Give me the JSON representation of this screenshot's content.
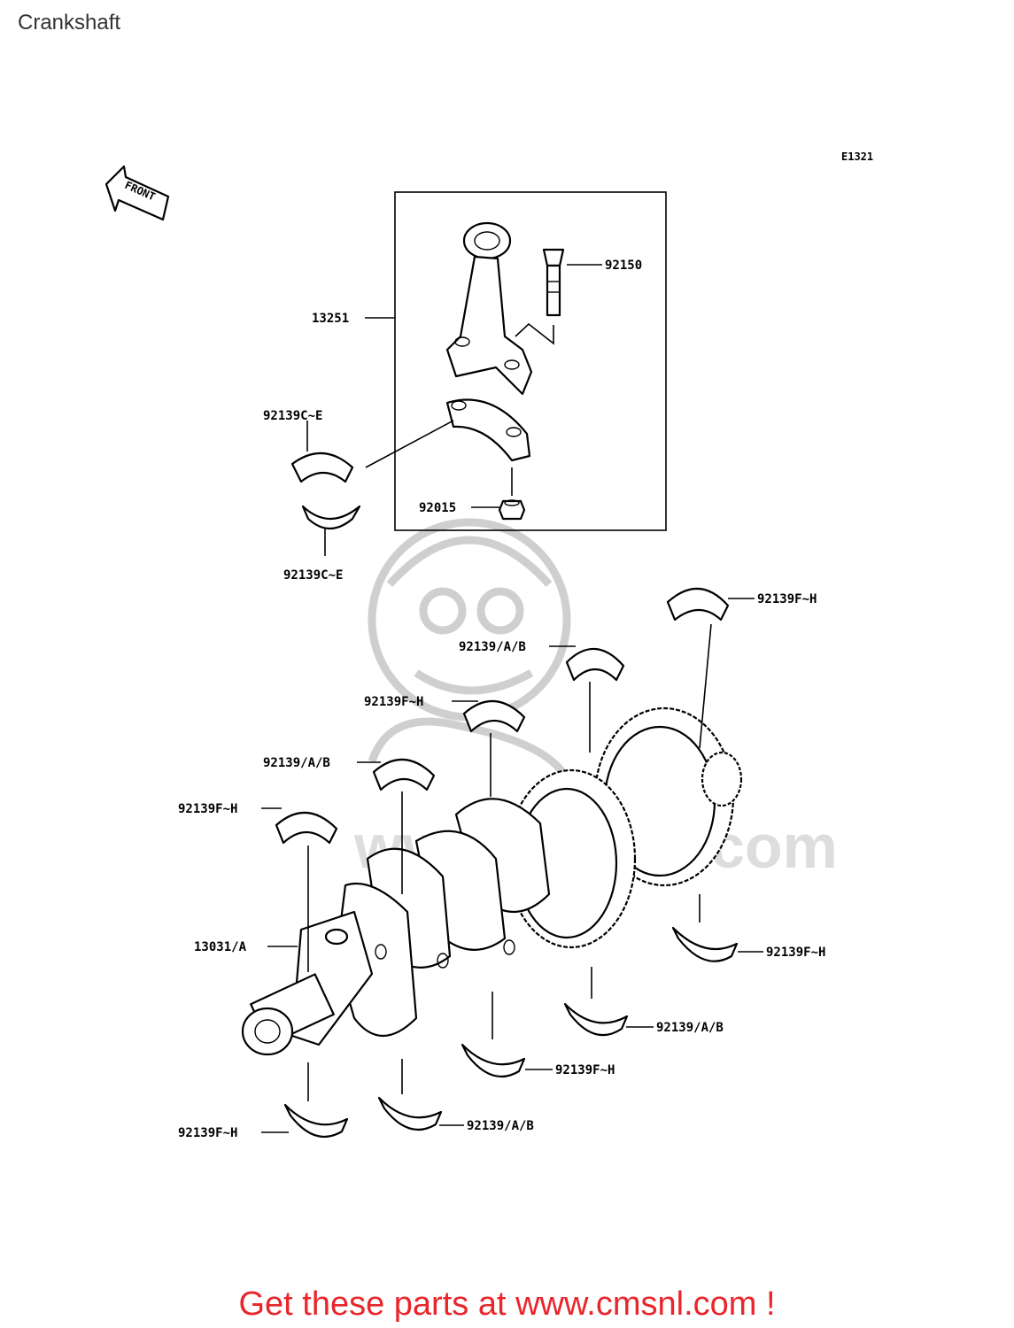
{
  "page": {
    "title": "Crankshaft"
  },
  "diagram": {
    "code": "E1321",
    "front_label": "FRONT",
    "parts": [
      "92150",
      "13251",
      "92139C~E",
      "92015",
      "92139C~E",
      "92139F~H",
      "92139/A/B",
      "92139F~H",
      "92139/A/B",
      "92139F~H",
      "13031/A",
      "92139F~H",
      "92139/A/B",
      "92139F~H",
      "92139/A/B",
      "92139F~H"
    ]
  },
  "footer": {
    "cta": "Get these parts at www.cmsnl.com !"
  }
}
